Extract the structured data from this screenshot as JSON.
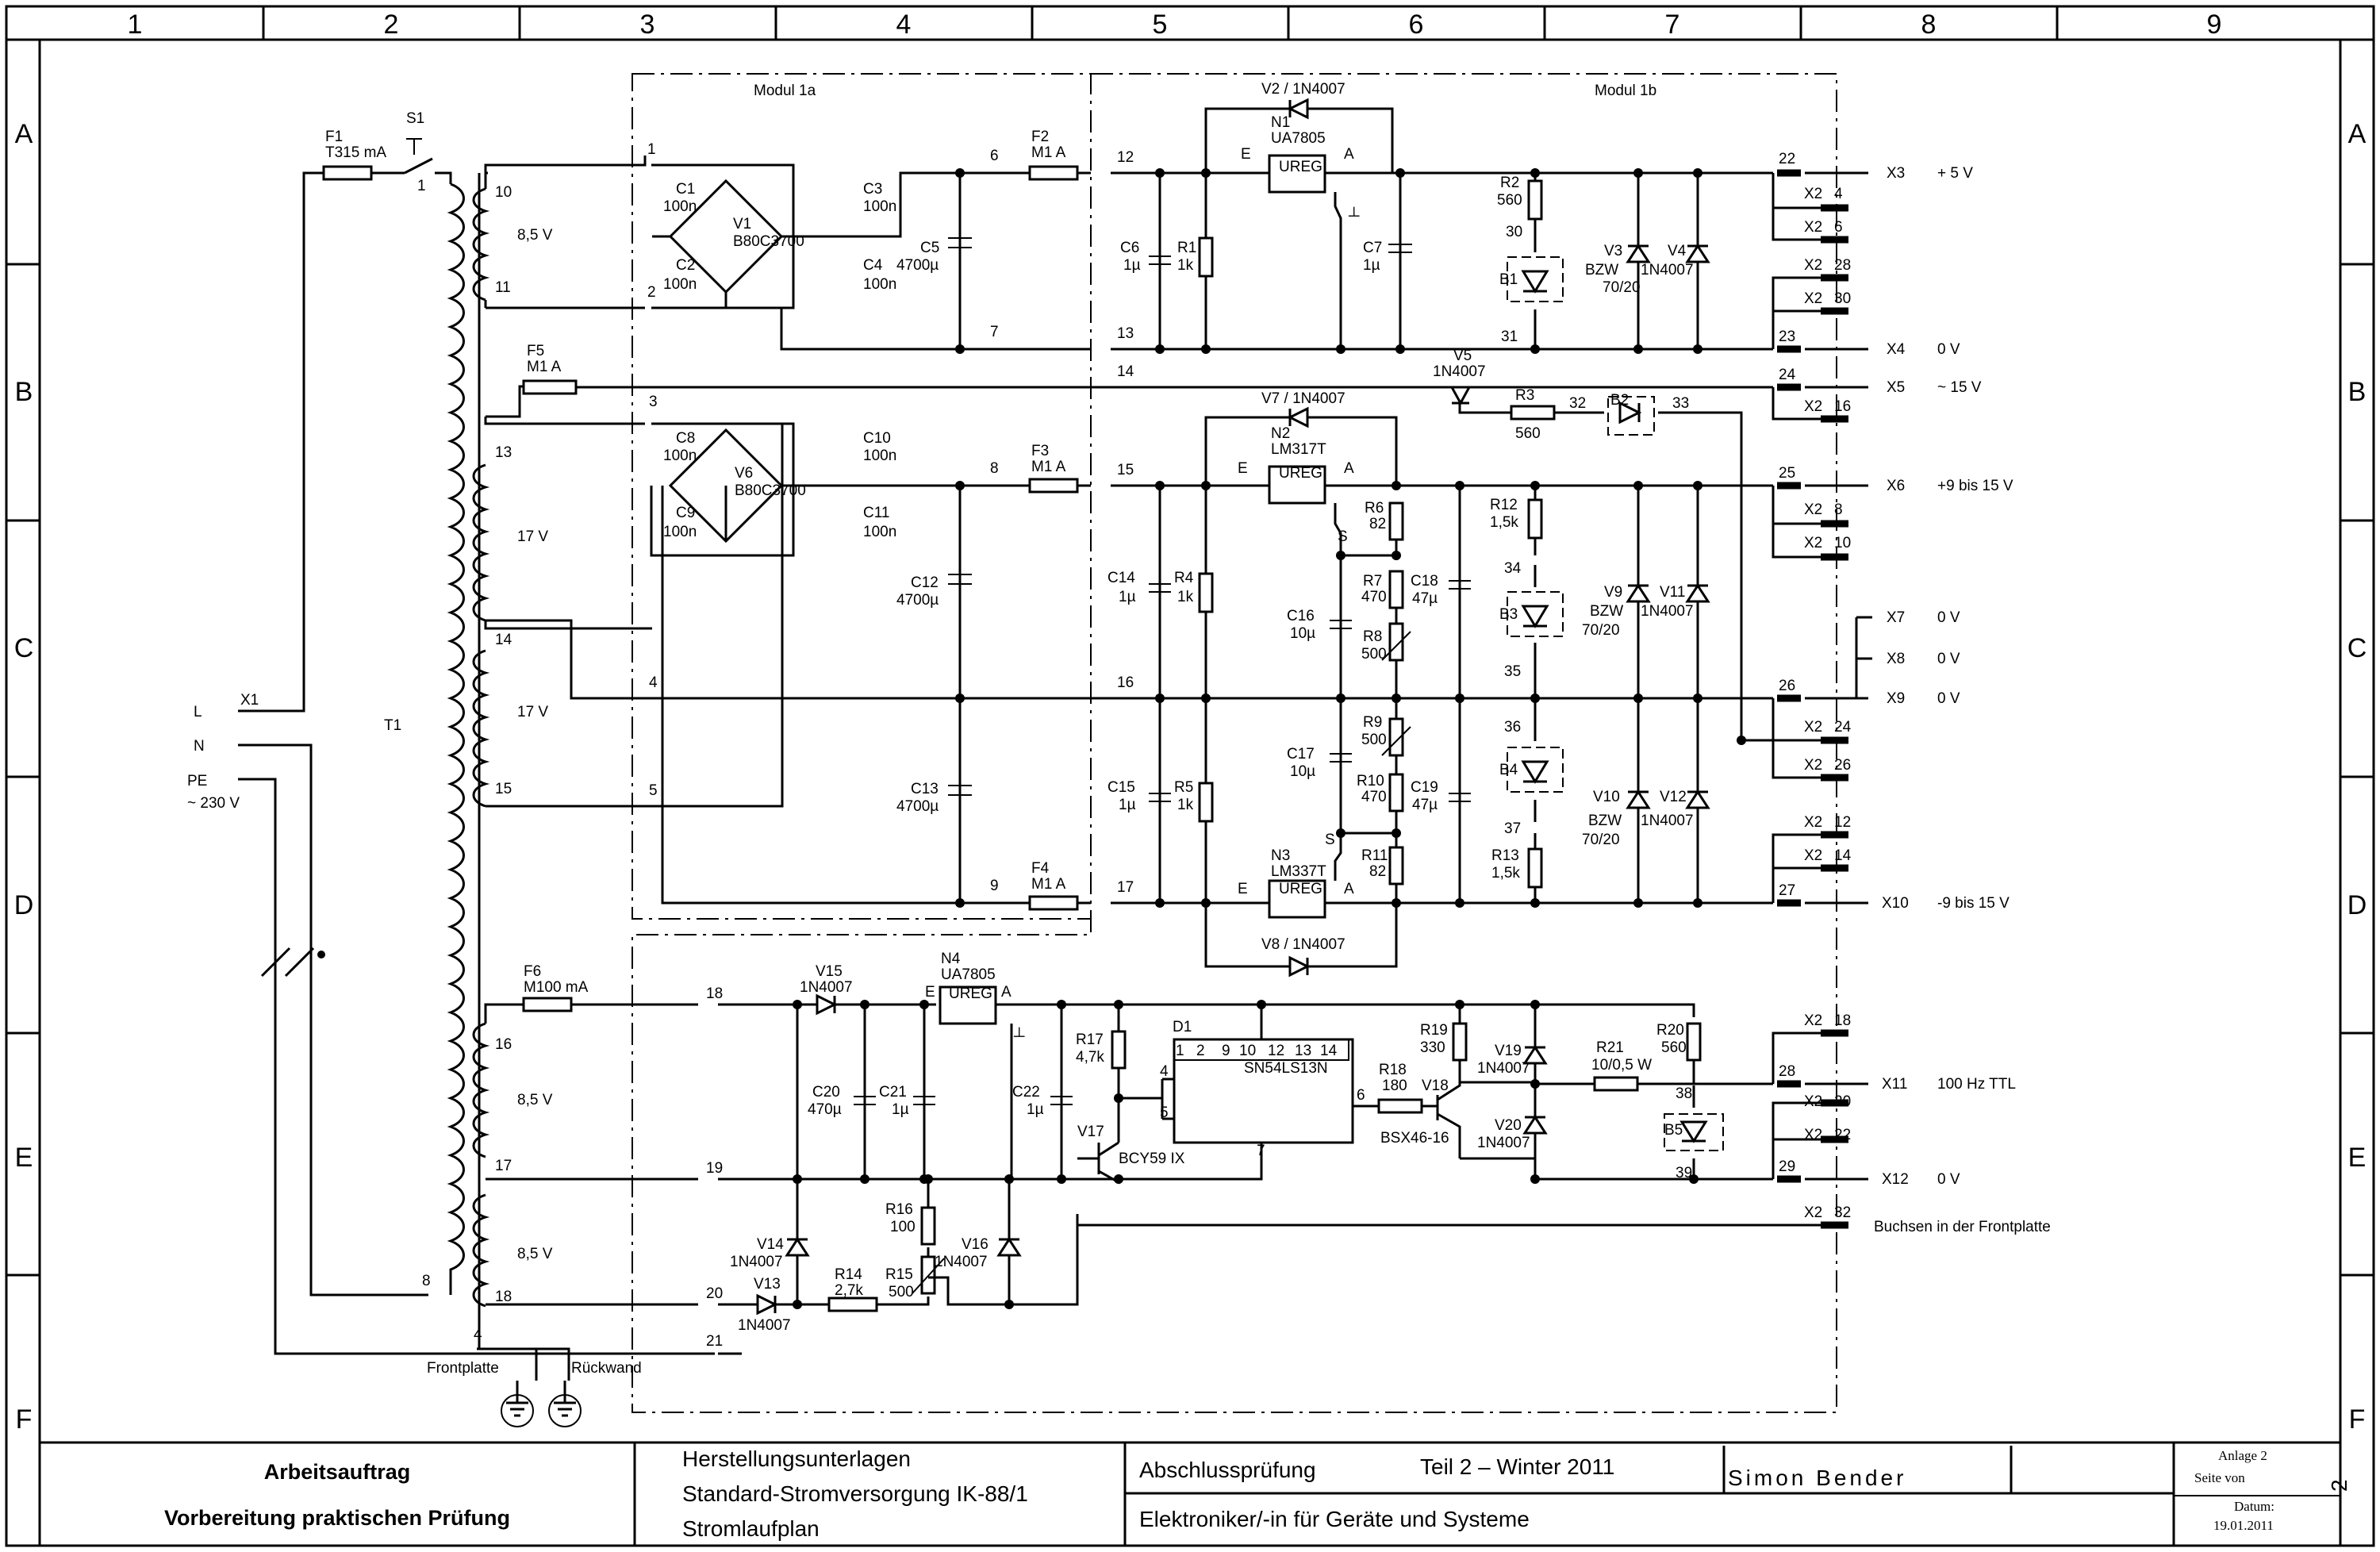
{
  "grid": {
    "columns": [
      "1",
      "2",
      "3",
      "4",
      "5",
      "6",
      "7",
      "8",
      "9"
    ],
    "rows": [
      "A",
      "B",
      "C",
      "D",
      "E",
      "F"
    ]
  },
  "modules": {
    "m1a": "Modul 1a",
    "m1b": "Modul 1b"
  },
  "components": {
    "F1": [
      "F1",
      "T315 mA"
    ],
    "S1": [
      "S1"
    ],
    "T1": [
      "T1"
    ],
    "F5": [
      "F5",
      "M1 A"
    ],
    "F6": [
      "F6",
      "M100 mA"
    ],
    "F2": [
      "F2",
      "M1 A"
    ],
    "F3": [
      "F3",
      "M1 A"
    ],
    "F4": [
      "F4",
      "M1 A"
    ],
    "C1": [
      "C1",
      "100n"
    ],
    "C2": [
      "C2",
      "100n"
    ],
    "C3": [
      "C3",
      "100n"
    ],
    "C4": [
      "C4",
      "100n"
    ],
    "V1": [
      "V1",
      "B80C3700"
    ],
    "C5": [
      "C5",
      "4700µ"
    ],
    "C8": [
      "C8",
      "100n"
    ],
    "C9": [
      "C9",
      "100n"
    ],
    "C10": [
      "C10",
      "100n"
    ],
    "C11": [
      "C11",
      "100n"
    ],
    "V6": [
      "V6",
      "B80C3700"
    ],
    "C12": [
      "C12",
      "4700µ"
    ],
    "C13": [
      "C13",
      "4700µ"
    ],
    "C6": [
      "C6",
      "1µ"
    ],
    "R1": [
      "R1",
      "1k"
    ],
    "N1": [
      "N1",
      "UA7805"
    ],
    "V2": "V2 / 1N4007",
    "C7": [
      "C7",
      "1µ"
    ],
    "R2": [
      "R2",
      "560"
    ],
    "B1": "B1",
    "V3": [
      "V3",
      "BZW",
      "70/20"
    ],
    "V4": [
      "V4",
      "1N4007"
    ],
    "V5": [
      "V5",
      "1N4007"
    ],
    "R3": [
      "R3",
      "560"
    ],
    "B2": "B2",
    "V7": "V7 / 1N4007",
    "N2": [
      "N2",
      "LM317T"
    ],
    "C14": [
      "C14",
      "1µ"
    ],
    "R4": [
      "R4",
      "1k"
    ],
    "R6": [
      "R6",
      "82"
    ],
    "R7": [
      "R7",
      "470"
    ],
    "R8": [
      "R8",
      "500"
    ],
    "C16": [
      "C16",
      "10µ"
    ],
    "C18": [
      "C18",
      "47µ"
    ],
    "R12": [
      "R12",
      "1,5k"
    ],
    "B3": "B3",
    "V9": [
      "V9",
      "BZW",
      "70/20"
    ],
    "V11": [
      "V11",
      "1N4007"
    ],
    "R9": [
      "R9",
      "500"
    ],
    "R10": [
      "R10",
      "470"
    ],
    "R11": [
      "R11",
      "82"
    ],
    "C17": [
      "C17",
      "10µ"
    ],
    "C19": [
      "C19",
      "47µ"
    ],
    "C15": [
      "C15",
      "1µ"
    ],
    "R5": [
      "R5",
      "1k"
    ],
    "N3": [
      "N3",
      "LM337T"
    ],
    "V8": "V8 / 1N4007",
    "R13": [
      "R13",
      "1,5k"
    ],
    "B4": "B4",
    "V10": [
      "V10",
      "BZW",
      "70/20"
    ],
    "V12": [
      "V12",
      "1N4007"
    ],
    "V15": [
      "V15",
      "1N4007"
    ],
    "N4": [
      "N4",
      "UA7805"
    ],
    "C20": [
      "C20",
      "470µ"
    ],
    "C21": [
      "C21",
      "1µ"
    ],
    "C22": [
      "C22",
      "1µ"
    ],
    "V14": [
      "V14",
      "1N4007"
    ],
    "V13": [
      "V13",
      "1N4007"
    ],
    "R14": [
      "R14",
      "2,7k"
    ],
    "R16": [
      "R16",
      "100"
    ],
    "R15": [
      "R15",
      "500"
    ],
    "V16": [
      "V16",
      "1N4007"
    ],
    "R17": [
      "R17",
      "4,7k"
    ],
    "V17": [
      "V17",
      "BCY59 IX"
    ],
    "D1": [
      "D1",
      "SN54LS13N"
    ],
    "R18": [
      "R18",
      "180"
    ],
    "V18": [
      "V18",
      "BSX46-16"
    ],
    "R19": [
      "R19",
      "330"
    ],
    "V19": [
      "V19",
      "1N4007"
    ],
    "V20": [
      "V20",
      "1N4007"
    ],
    "R21": [
      "R21",
      "10/0,5 W"
    ],
    "R20": [
      "R20",
      "560"
    ],
    "B5": "B5"
  },
  "ureg": "UREG",
  "transformer": {
    "taps": [
      "1",
      "10",
      "11",
      "13",
      "14",
      "15",
      "16",
      "17",
      "18",
      "8",
      "4"
    ],
    "voltages": [
      "8,5 V",
      "17 V",
      "17 V",
      "8,5 V",
      "8,5 V"
    ]
  },
  "mains": {
    "L": "L",
    "N": "N",
    "PE": "PE",
    "X1": "X1",
    "voltage": "~ 230 V",
    "front": "Frontplatte",
    "back": "Rückwand"
  },
  "connectors": {
    "X3": [
      "X3",
      "+ 5 V"
    ],
    "X4": [
      "X4",
      "0 V"
    ],
    "X5": [
      "X5",
      "~ 15 V"
    ],
    "X6": [
      "X6",
      "+9 bis 15 V"
    ],
    "X7": [
      "X7",
      "0 V"
    ],
    "X8": [
      "X8",
      "0 V"
    ],
    "X9": [
      "X9",
      "0 V"
    ],
    "X10": [
      "X10",
      "-9 bis 15 V"
    ],
    "X11": [
      "X11",
      "100 Hz TTL"
    ],
    "X12": [
      "X12",
      "0 V"
    ]
  },
  "x2": {
    "pins": [
      "4",
      "6",
      "28",
      "30",
      "16",
      "8",
      "10",
      "24",
      "26",
      "12",
      "14",
      "18",
      "20",
      "22",
      "32"
    ],
    "label": "X2",
    "note": "Buchsen in der Frontplatte"
  },
  "title_block": {
    "left_top": "Arbeitsauftrag",
    "left_bottom": "Vorbereitung praktischen  Prüfung",
    "mid_1": "Herstellungsunterlagen",
    "mid_2": "Standard-Stromversorgung IK-88/1",
    "mid_3": "Stromlaufplan",
    "exam": "Abschlussprüfung",
    "part": "Teil 2 – Winter 2011",
    "name": "Simon Bender",
    "job": "Elektroniker/-in für Geräte und Systeme",
    "annex": "Anlage 2",
    "page_label": "Seite    von",
    "date_label": "Datum:",
    "date": "19.01.2011",
    "page_no": "2"
  }
}
